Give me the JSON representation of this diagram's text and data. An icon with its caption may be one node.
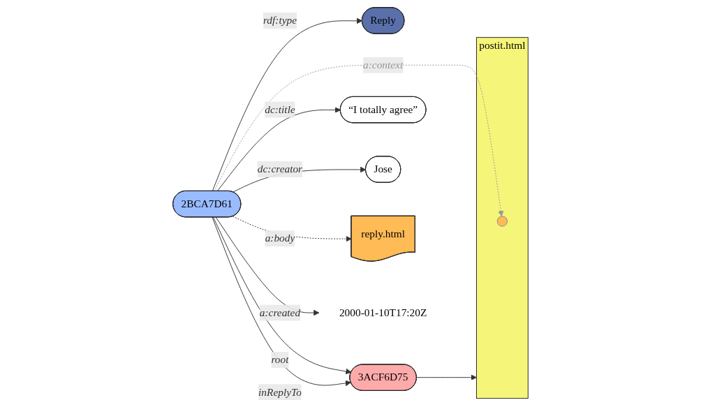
{
  "diagram": {
    "nodes": [
      {
        "text": [
          "Reply"
        ]
      },
      {
        "text": [
          "3ACF6D75"
        ]
      },
      {
        "text": [
          "“I totally agree”"
        ]
      },
      {
        "text": [
          "postit.html"
        ]
      },
      {
        "text": [],
        "shape": "circle",
        "in": 3
      },
      {
        "text": [
          "2BCA7D61"
        ]
      },
      {
        "text": [
          "Jose"
        ]
      },
      {
        "text": [
          "reply.html"
        ]
      },
      {
        "text": [
          "2000-01-10T17:20Z"
        ]
      }
    ],
    "edges": [
      {
        "from": 5,
        "to": 0,
        "arrow": "to",
        "label": "rdf:type"
      },
      {
        "from": 5,
        "to": 1,
        "arrow": "to",
        "label": "root"
      },
      {
        "from": 5,
        "to": 1,
        "arrow": "to",
        "label": "inReplyTo"
      },
      {
        "from": 1,
        "to": 3,
        "arrow": "to"
      },
      {
        "from": 5,
        "to": 2,
        "arrow": "to",
        "label": "dc:title"
      },
      {
        "from": 5,
        "to": 4,
        "arrow": "to",
        "label": "a:context",
        "style": "dashed",
        "color": "#999999"
      },
      {
        "from": 5,
        "to": 6,
        "arrow": "to",
        "label": "dc:creator"
      },
      {
        "from": 5,
        "to": 8,
        "arrow": "to",
        "label": "a:created"
      },
      {
        "from": 5,
        "to": 7,
        "arrow": "to",
        "label": "a:body",
        "style": "dashed"
      }
    ]
  }
}
